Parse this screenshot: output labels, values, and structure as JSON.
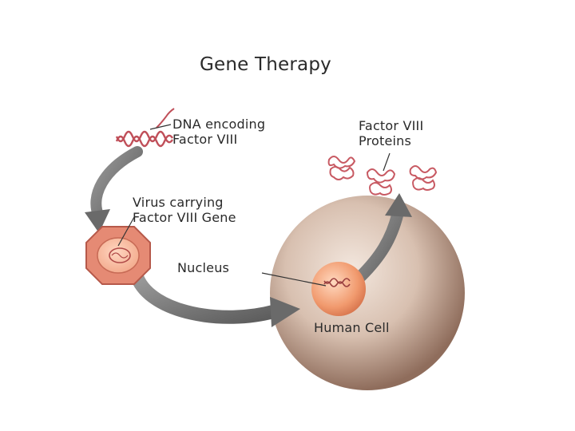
{
  "diagram": {
    "title": "Gene Therapy",
    "dna_label": [
      "DNA encoding",
      "Factor VIII"
    ],
    "protein_label": [
      "Factor VIII",
      "Proteins"
    ],
    "virus_label": [
      "Virus carrying",
      "Factor VIII Gene"
    ],
    "nucleus_label": "Nucleus",
    "cell_label": "Human Cell"
  },
  "colors": {
    "arrow": "#7a7a7a",
    "dna_strand": "#c0505a",
    "virus_outer": "#e58a74",
    "virus_inner": "#f7c3a8",
    "cell_body": "#c9ab99",
    "nucleus": "#ef9a70",
    "text": "#2a2a2a"
  }
}
